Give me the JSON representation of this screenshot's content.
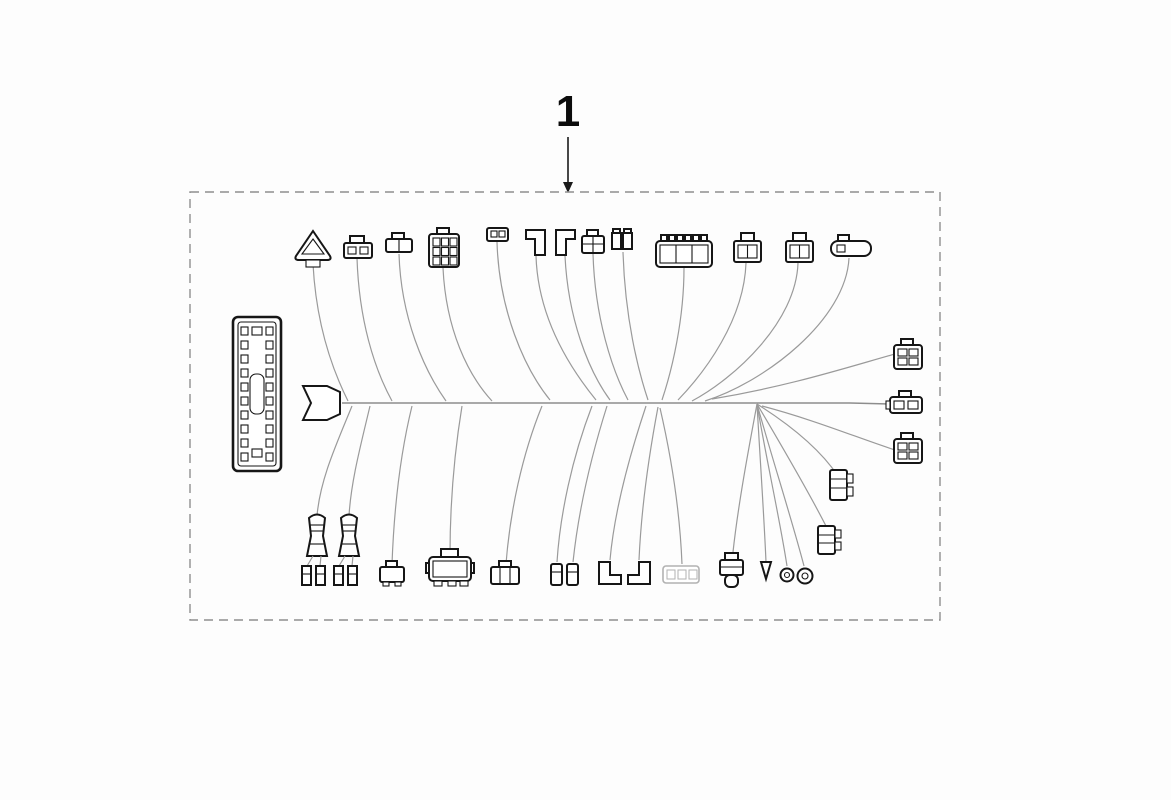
{
  "figure": {
    "callout_label": "1",
    "description": "Exploded parts diagram of a wiring harness assembly with connectors"
  },
  "diagram": {
    "type": "wiring-harness-parts-diagram",
    "boundary": "dashed-rectangle",
    "connector_names": [
      "ecu-multi-pin-connector",
      "harness-trunk-plug",
      "triangle-connector",
      "two-pin-capped-connector",
      "single-tab-connector",
      "nine-pin-grid-connector",
      "mini-two-pin-connector",
      "elbow-connector-left",
      "elbow-connector-right",
      "four-pin-square-connector",
      "twin-terminal-connector",
      "wide-multi-pin-connector",
      "four-way-connector-a",
      "four-way-connector-b",
      "oval-connector",
      "right-grid-connector-upper",
      "right-inline-connector",
      "right-grid-connector-lower",
      "relay-block-upper",
      "relay-block-lower",
      "spark-boot-left",
      "spark-boot-right",
      "blade-terminals",
      "small-bottom-connector",
      "large-bottom-connector",
      "mid-bottom-connector",
      "twin-sleeve-terminals",
      "bottom-elbow-left",
      "bottom-elbow-right",
      "ghost-connector",
      "sensor-plug-connector",
      "cone-terminal",
      "ring-terminal-small",
      "ring-terminal-large"
    ]
  }
}
